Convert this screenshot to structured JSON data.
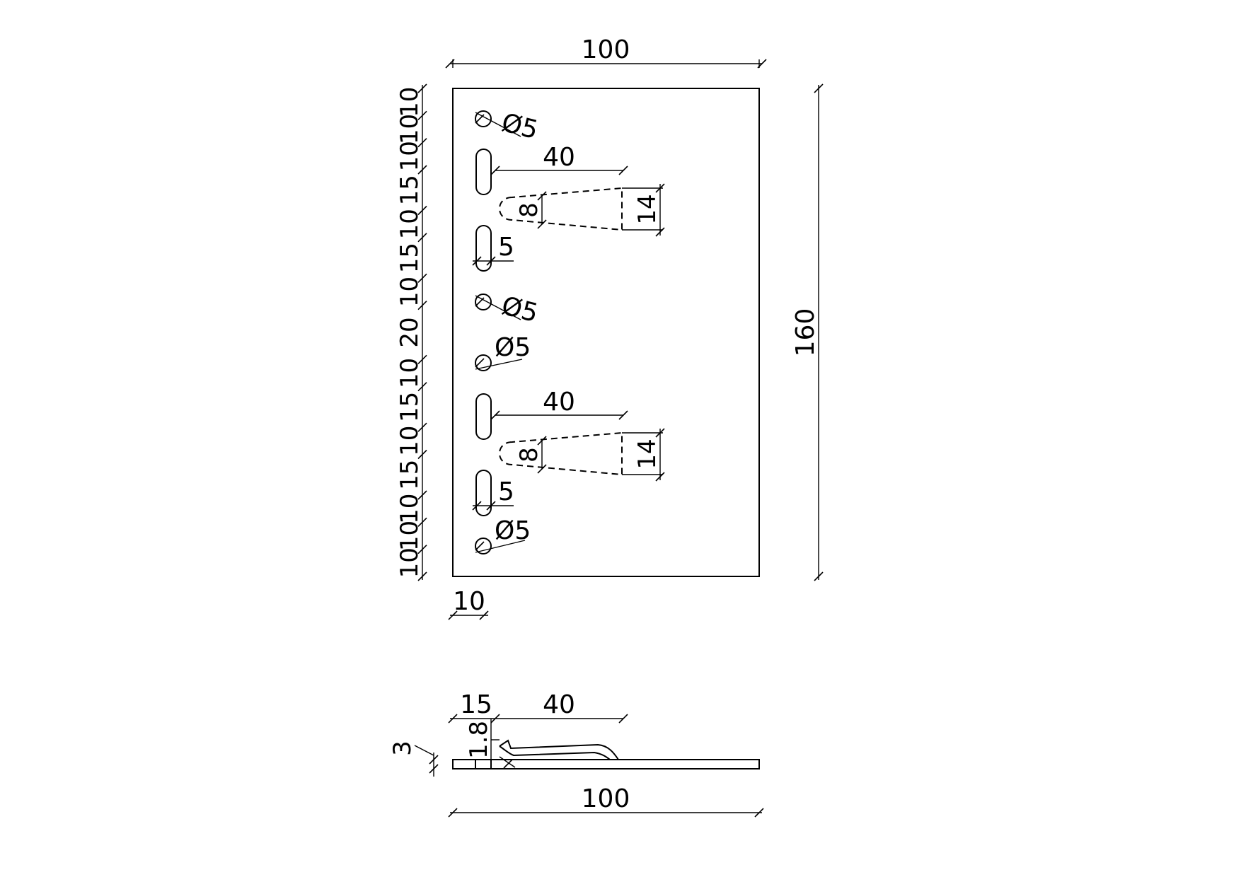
{
  "top_view": {
    "width_label": "100",
    "height_label": "160",
    "edge_offset_label": "10",
    "left_chain": [
      "10",
      "10",
      "10",
      "15",
      "10",
      "15",
      "10",
      "20",
      "10",
      "15",
      "10",
      "15",
      "10",
      "10",
      "10"
    ],
    "hole_labels": [
      "Ø5",
      "Ø5",
      "Ø5",
      "Ø5"
    ],
    "slot_width_labels": [
      "5",
      "5"
    ],
    "tongue_length_labels": [
      "40",
      "40"
    ],
    "tongue_root_labels": [
      "8",
      "8"
    ],
    "tongue_end_labels": [
      "14",
      "14"
    ]
  },
  "side_view": {
    "offset_label": "15",
    "tongue_length_label": "40",
    "rise_label": "1.8",
    "thickness_label": "3",
    "total_length_label": "100"
  }
}
